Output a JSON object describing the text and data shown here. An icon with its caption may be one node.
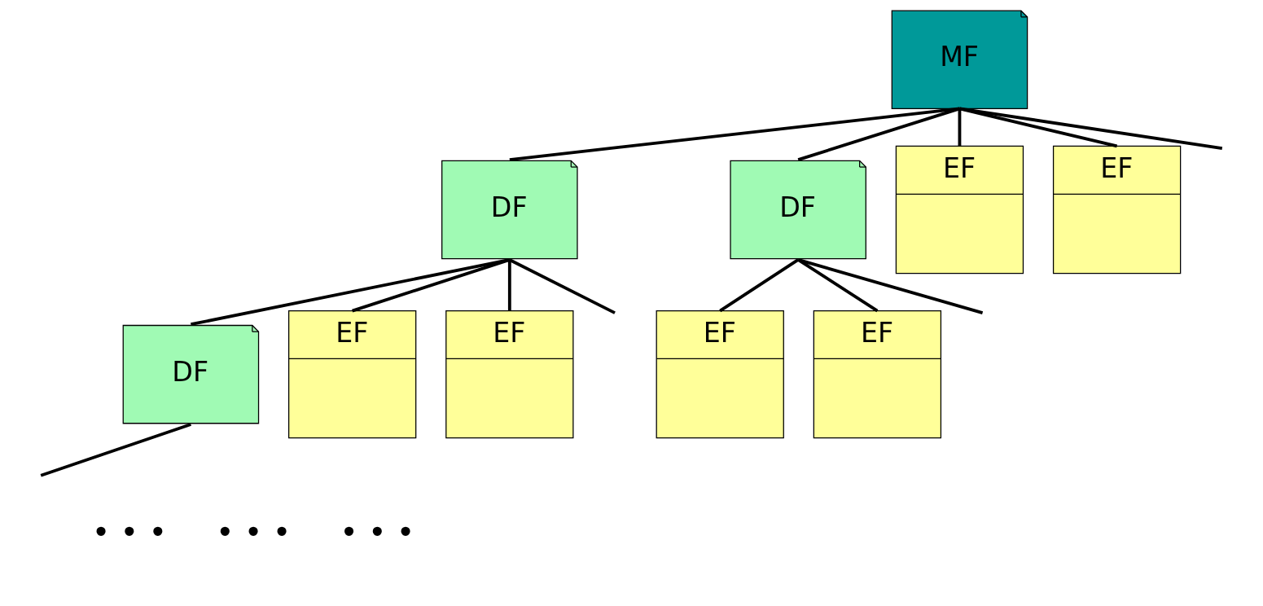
{
  "diagram": {
    "nodes": [
      {
        "text": [
          "MF"
        ]
      },
      {
        "text": [
          "DF"
        ]
      },
      {
        "text": [
          "DF"
        ]
      },
      {
        "text": [
          "EF"
        ]
      },
      {
        "text": [
          "EF"
        ]
      },
      {
        "text": [
          "DF"
        ]
      },
      {
        "text": [
          "EF"
        ]
      },
      {
        "text": [
          "EF"
        ]
      },
      {
        "text": [
          "EF"
        ]
      },
      {
        "text": [
          "EF"
        ]
      }
    ],
    "edges": [
      {
        "from": 0,
        "to": 1,
        "arrow": "none"
      },
      {
        "from": 0,
        "to": 2,
        "arrow": "none"
      },
      {
        "from": 0,
        "to": 3,
        "arrow": "none"
      },
      {
        "from": 0,
        "to": 4,
        "arrow": "none"
      },
      {
        "from": 0,
        "to": null,
        "arrow": "none"
      },
      {
        "from": 1,
        "to": 5,
        "arrow": "none"
      },
      {
        "from": 1,
        "to": 6,
        "arrow": "none"
      },
      {
        "from": 1,
        "to": 7,
        "arrow": "none"
      },
      {
        "from": 1,
        "to": null,
        "arrow": "none"
      },
      {
        "from": 2,
        "to": 8,
        "arrow": "none"
      },
      {
        "from": 2,
        "to": 9,
        "arrow": "none"
      },
      {
        "from": 2,
        "to": null,
        "arrow": "none"
      },
      {
        "from": 5,
        "to": null,
        "arrow": "none"
      }
    ],
    "labels": [
      "• • •",
      "• • •",
      "• • •"
    ]
  }
}
